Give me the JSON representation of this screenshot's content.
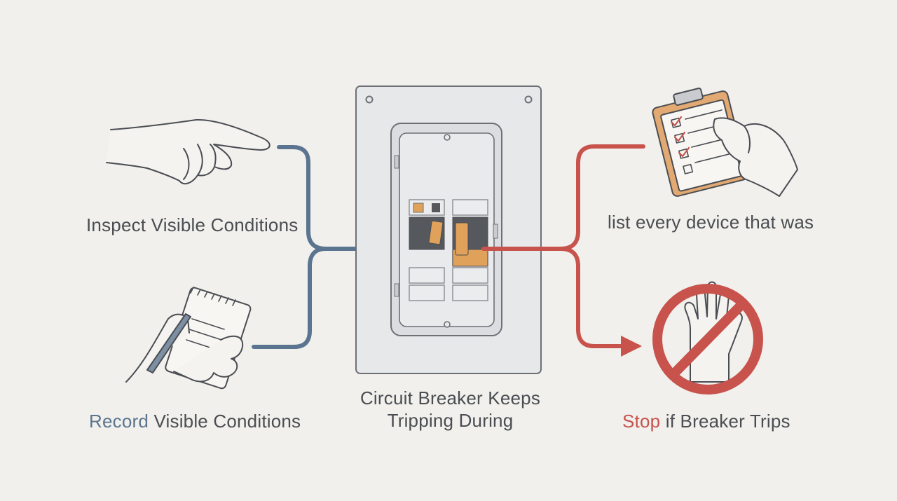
{
  "labels": {
    "inspect": "Inspect Visible Conditions",
    "record_highlight": "Record",
    "record_rest": " Visible Conditions",
    "panel_line1": "Circuit Breaker Keeps",
    "panel_line2": "Tripping During",
    "list": "list every device that was",
    "stop_highlight": "Stop",
    "stop_rest": " if Breaker Trips"
  },
  "colors": {
    "background": "#f1f0ec",
    "blue_arrow": "#5b7590",
    "red_arrow": "#c8524c",
    "tripped_breaker": "#e0a15a",
    "panel": "#e7e8ea"
  },
  "icons": [
    "pointing-hand-icon",
    "notepad-hand-icon",
    "breaker-panel-icon",
    "clipboard-checklist-icon",
    "stop-hand-icon"
  ]
}
